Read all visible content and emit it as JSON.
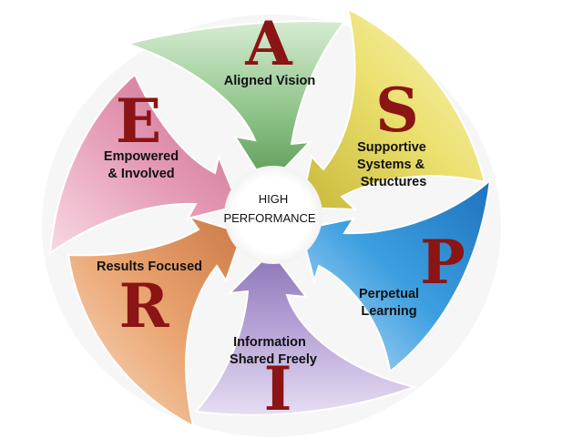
{
  "center": {
    "line1": "HIGH",
    "line2": "PERFORMANCE"
  },
  "segments": [
    {
      "id": "a",
      "letter": "A",
      "lines": [
        "Aligned Vision"
      ],
      "color": "#8fc48a",
      "dark": "#5d9b58",
      "light": "#cfe7cb"
    },
    {
      "id": "s",
      "letter": "S",
      "lines": [
        "Supportive",
        "Systems &",
        "Structures"
      ],
      "color": "#ebe06e",
      "dark": "#c9b93a",
      "light": "#f8f3c2"
    },
    {
      "id": "p",
      "letter": "P",
      "lines": [
        "Perpetual",
        "Learning"
      ],
      "color": "#3d9fe0",
      "dark": "#1b6fb8",
      "light": "#bfe0f7"
    },
    {
      "id": "i",
      "letter": "I",
      "lines": [
        "Information",
        "Shared Freely"
      ],
      "color": "#b9a6d8",
      "dark": "#8a74b6",
      "light": "#e4dbf2"
    },
    {
      "id": "r",
      "letter": "R",
      "lines": [
        "Results Focused"
      ],
      "color": "#eba774",
      "dark": "#cc7a45",
      "light": "#f8dcc4"
    },
    {
      "id": "e",
      "letter": "E",
      "lines": [
        "Empowered",
        "& Involved"
      ],
      "color": "#e59ab5",
      "dark": "#c86d90",
      "light": "#f6d3df"
    }
  ]
}
